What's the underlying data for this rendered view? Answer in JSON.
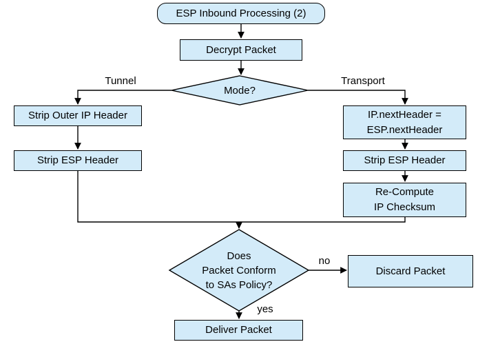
{
  "diagram": {
    "title": "ESP Inbound Processing (2)",
    "colors": {
      "node_fill": "#d3ebf9",
      "node_border": "#000000",
      "background": "#ffffff",
      "text": "#000000"
    },
    "nodes": {
      "start": {
        "type": "terminator",
        "label": "ESP Inbound Processing (2)"
      },
      "decrypt": {
        "type": "process",
        "label": "Decrypt Packet"
      },
      "mode": {
        "type": "decision",
        "label": "Mode?"
      },
      "strip_outer_ip": {
        "type": "process",
        "label": "Strip Outer IP Header"
      },
      "strip_esp_left": {
        "type": "process",
        "label": "Strip ESP Header"
      },
      "ip_next_header": {
        "type": "process",
        "line1": "IP.nextHeader =",
        "line2": "ESP.nextHeader"
      },
      "strip_esp_right": {
        "type": "process",
        "label": "Strip ESP Header"
      },
      "recompute_checksum": {
        "type": "process",
        "line1": "Re-Compute",
        "line2": "IP Checksum"
      },
      "policy_check": {
        "type": "decision",
        "line1": "Does",
        "line2": "Packet Conform",
        "line3": "to SAs Policy?"
      },
      "discard": {
        "type": "process",
        "label": "Discard Packet"
      },
      "deliver": {
        "type": "process",
        "label": "Deliver Packet"
      }
    },
    "edge_labels": {
      "tunnel": "Tunnel",
      "transport": "Transport",
      "no": "no",
      "yes": "yes"
    }
  }
}
